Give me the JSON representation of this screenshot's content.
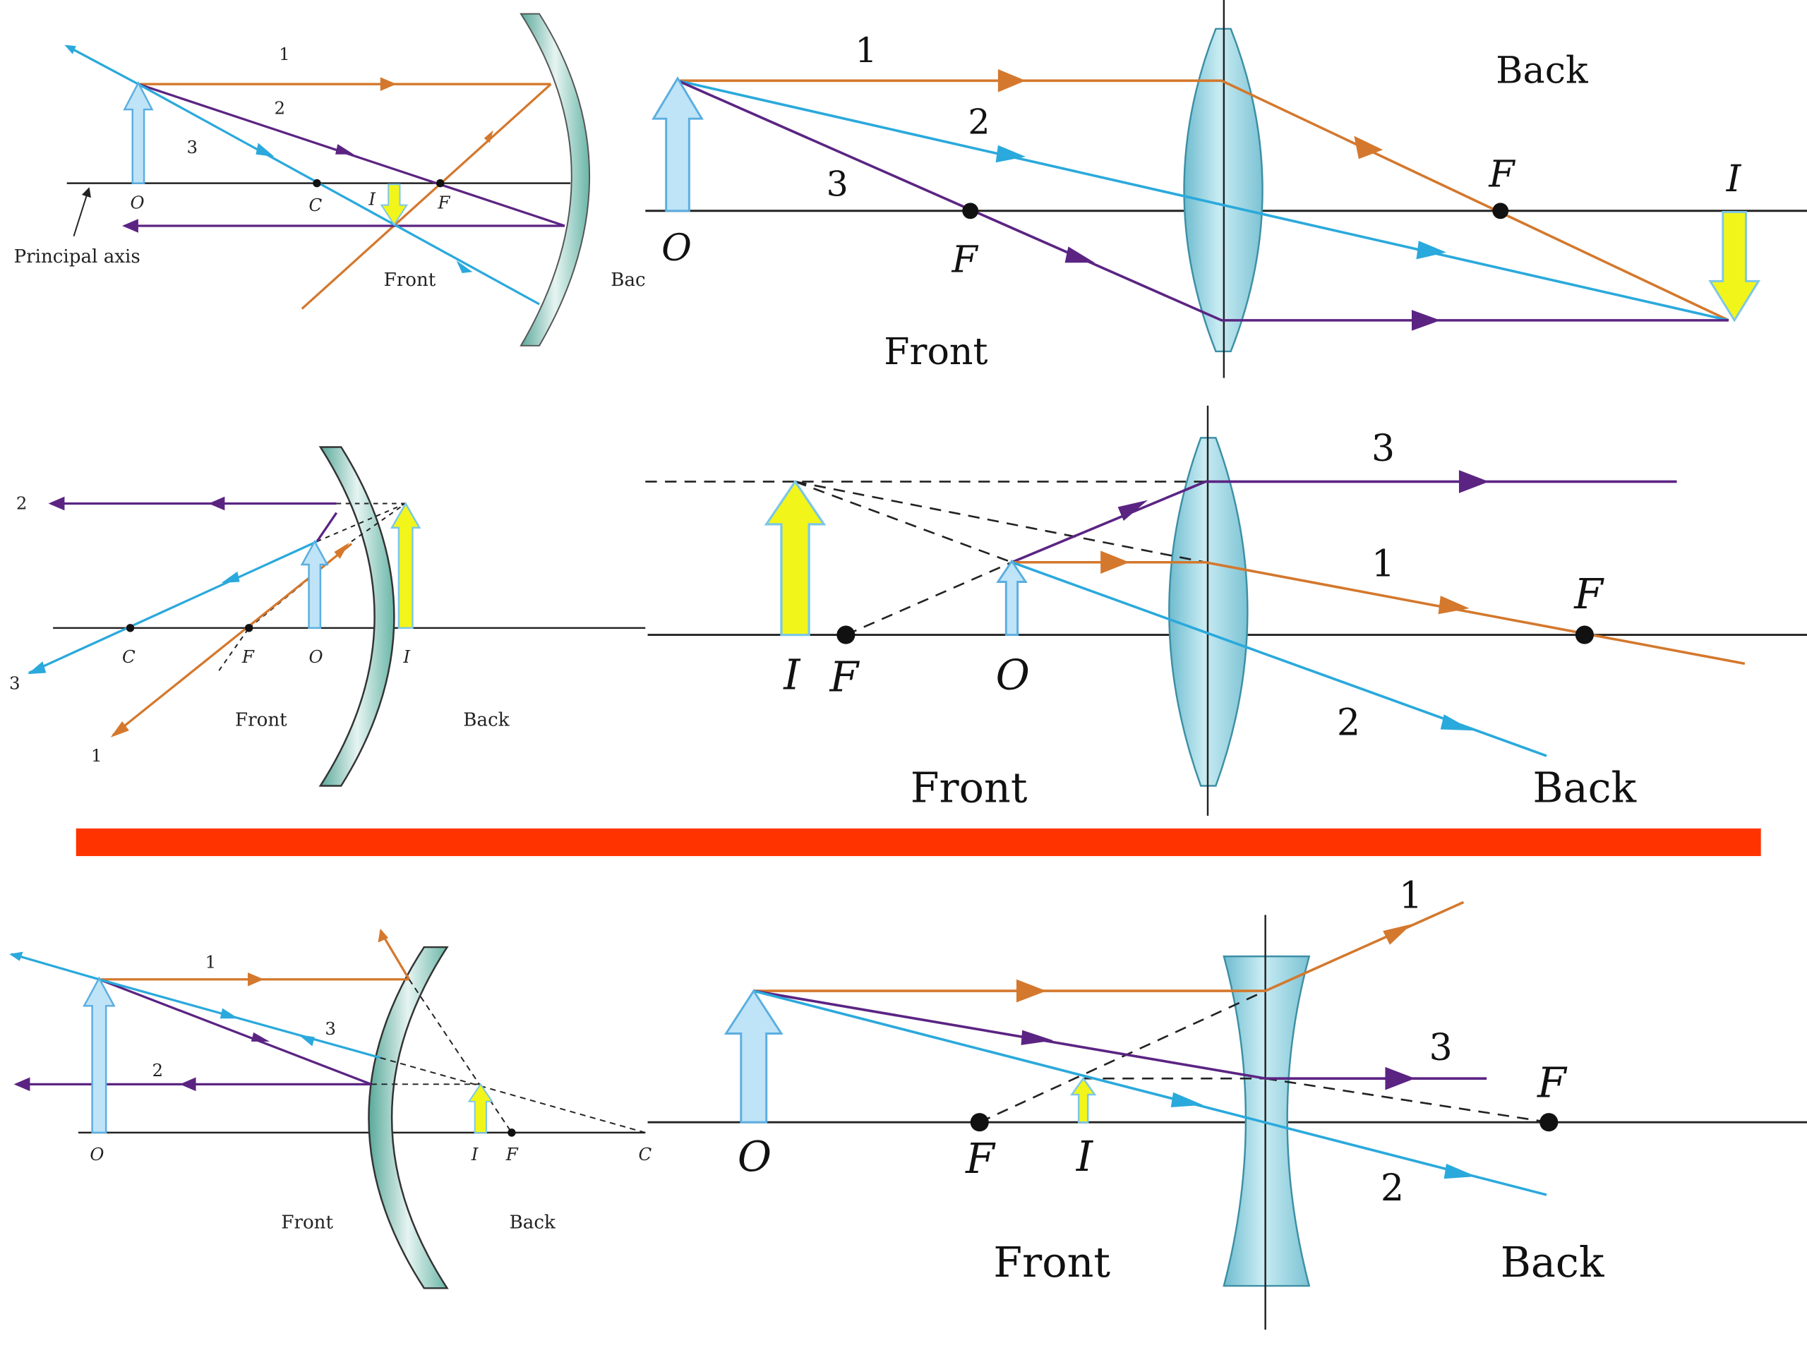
{
  "colors": {
    "orange": "#d4782d",
    "cyan": "#2aa9dc",
    "purple": "#5b2483",
    "axis": "#222222",
    "object_fill": "#bfe3f7",
    "object_stroke": "#5aaee0",
    "image_fill": "#f2f51a",
    "image_stroke": "#7cc7e6",
    "lens_fill": "#9fd3e3",
    "mirror_fill": "#7fc4b8",
    "divider": "#ff3300"
  },
  "panels": {
    "concave_mirror_real": {
      "ray1": "1",
      "ray2": "2",
      "ray3": "3",
      "O": "O",
      "C": "C",
      "I": "I",
      "F": "F",
      "principal_axis": "Principal axis",
      "front": "Front",
      "back": "Bac"
    },
    "convex_lens_real": {
      "ray1": "1",
      "ray2": "2",
      "ray3": "3",
      "O": "O",
      "F_front": "F",
      "F_back": "F",
      "I": "I",
      "front": "Front",
      "back": "Back"
    },
    "concave_mirror_virtual": {
      "ray1": "1",
      "ray2": "2",
      "ray3": "3",
      "C": "C",
      "F": "F",
      "O": "O",
      "I": "I",
      "front": "Front",
      "back": "Back"
    },
    "convex_lens_virtual": {
      "ray1": "1",
      "ray2": "2",
      "ray3": "3",
      "I": "I",
      "F_front": "F",
      "O": "O",
      "F_back": "F",
      "front": "Front",
      "back": "Back"
    },
    "convex_mirror": {
      "ray1": "1",
      "ray2": "2",
      "ray3": "3",
      "O": "O",
      "I": "I",
      "F": "F",
      "C": "C",
      "front": "Front",
      "back": "Back"
    },
    "concave_lens": {
      "ray1": "1",
      "ray2": "2",
      "ray3": "3",
      "O": "O",
      "F_front": "F",
      "I": "I",
      "F_back": "F",
      "front": "Front",
      "back": "Back"
    }
  }
}
